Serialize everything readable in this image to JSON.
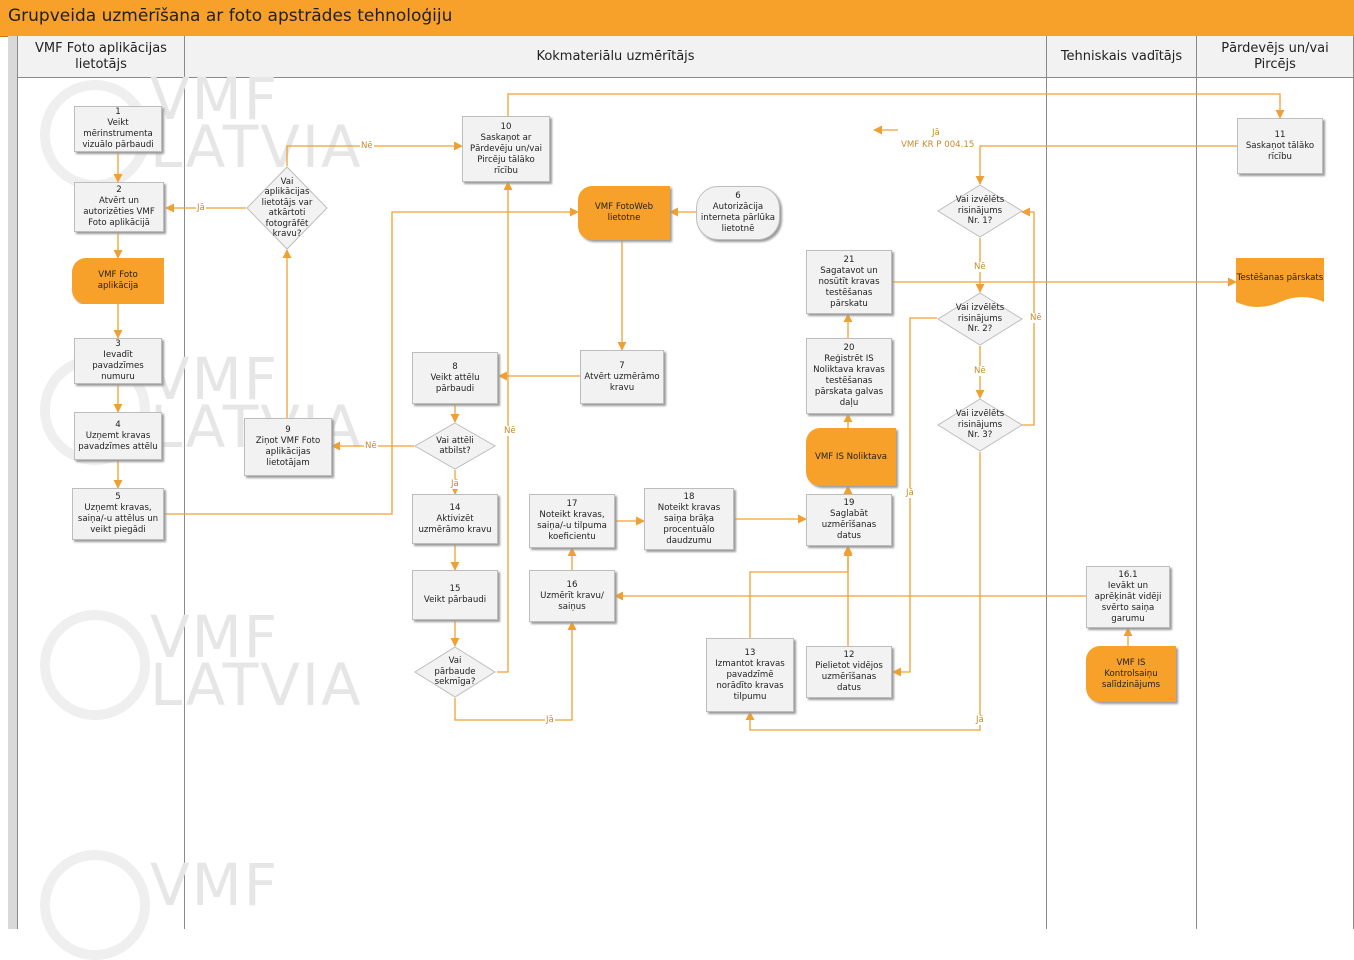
{
  "title": "Grupveida uzmērīšana ar foto apstrādes tehnoloģiju",
  "lanes": [
    {
      "label": "VMF Foto aplikācijas lietotājs"
    },
    {
      "label": "Kokmateriālu uzmērītājs"
    },
    {
      "label": "Tehniskais vadītājs"
    },
    {
      "label": "Pārdevējs un/vai Pircējs"
    }
  ],
  "watermark": {
    "line1": "VMF",
    "line2": "LATVIA"
  },
  "steps": {
    "s1": {
      "num": "1",
      "text": "Veikt mērinstrumenta vizuālo pārbaudi"
    },
    "s2": {
      "num": "2",
      "text": "Atvērt un autorizēties VMF Foto aplikācijā"
    },
    "s3": {
      "num": "3",
      "text": "Ievadīt pavadzīmes numuru"
    },
    "s4": {
      "num": "4",
      "text": "Uzņemt kravas pavadzīmes attēlu"
    },
    "s5": {
      "num": "5",
      "text": "Uzņemt kravas, saiņa/-u attēlus un veikt piegādi"
    },
    "s6": {
      "num": "6",
      "text": "Autorizācija interneta pārlūka lietotnē"
    },
    "s7": {
      "num": "7",
      "text": "Atvērt uzmērāmo kravu"
    },
    "s8": {
      "num": "8",
      "text": "Veikt attēlu pārbaudi"
    },
    "s9": {
      "num": "9",
      "text": "Ziņot VMF Foto aplikācijas lietotājam"
    },
    "s10": {
      "num": "10",
      "text": "Saskaņot ar Pārdevēju un/vai Pircēju tālāko rīcību"
    },
    "s11": {
      "num": "11",
      "text": "Saskaņot tālāko rīcību"
    },
    "s12": {
      "num": "12",
      "text": "Pielietot vidējos uzmērīšanas datus"
    },
    "s13": {
      "num": "13",
      "text": "Izmantot kravas pavadzīmē norādīto kravas tilpumu"
    },
    "s14": {
      "num": "14",
      "text": "Aktivizēt uzmērāmo kravu"
    },
    "s15": {
      "num": "15",
      "text": "Veikt pārbaudi"
    },
    "s16": {
      "num": "16",
      "text": "Uzmērīt kravu/ saiņus"
    },
    "s161": {
      "num": "16.1",
      "text": "Ievākt un aprēķināt vidēji svērto saiņa garumu"
    },
    "s17": {
      "num": "17",
      "text": "Noteikt kravas, saiņa/-u tilpuma koeficientu"
    },
    "s18": {
      "num": "18",
      "text": "Noteikt kravas saiņa brāķa procentuālo daudzumu"
    },
    "s19": {
      "num": "19",
      "text": "Saglabāt uzmērīšanas datus"
    },
    "s20": {
      "num": "20",
      "text": "Reģistrēt IS Noliktava kravas testēšanas pārskata galvas daļu"
    },
    "s21": {
      "num": "21",
      "text": "Sagatavot un nosūtīt kravas testēšanas pārskatu"
    }
  },
  "stores": {
    "foto_app": "VMF Foto aplikācija",
    "fotoweb": "VMF FotoWeb lietotne",
    "noliktava": "VMF IS Noliktava",
    "kontrolsainu": "VMF IS Kontrolsaiņu salīdzinājums"
  },
  "document": "Testēšanas pārskats",
  "decisions": {
    "d_repeat": "Vai aplikācijas lietotājs var atkārtoti fotogrāfēt kravu?",
    "d_images": "Vai attēli atbilst?",
    "d_check": "Vai pārbaude sekmīga?",
    "d_r1": "Vai izvēlēts risinājums Nr. 1?",
    "d_r2": "Vai izvēlēts risinājums Nr. 2?",
    "d_r3": "Vai izvēlēts risinājums Nr. 3?"
  },
  "flow_labels": {
    "yes": "Jā",
    "no": "Nē",
    "ref": "VMF KR P 004.15"
  }
}
